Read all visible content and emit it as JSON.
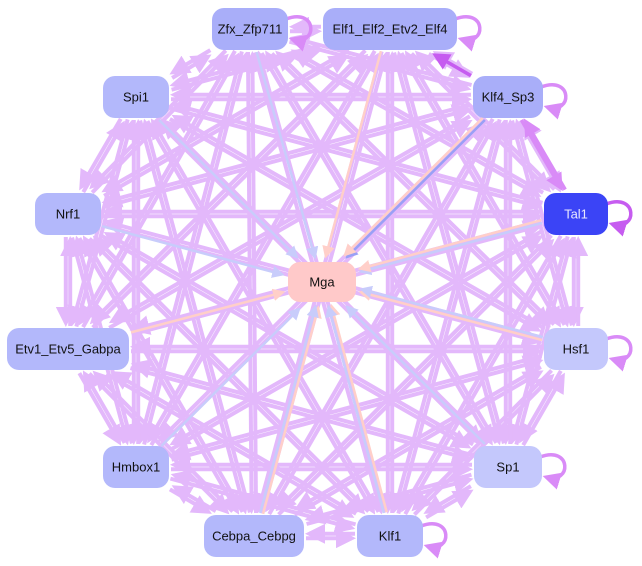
{
  "colors": {
    "edge_default": "#e3b8fb",
    "edge_strong": "#c65cf0",
    "edge_medium": "#d98bf7",
    "edge_to_mga_blue": "#c8ccfb",
    "edge_to_mga_pink": "#ffcfc9",
    "edge_blue_dark": "#9aa0f5",
    "node_default": "#b3b8fb",
    "node_light": "#c4c8fc",
    "node_mid": "#a9aef9",
    "node_tal1": "#3b44f6",
    "node_mga": "#ffc9c9",
    "label_dark": "#111111",
    "label_light": "#e8e9ff"
  },
  "nodes": [
    {
      "id": "Zfx_Zfp711",
      "label": "Zfx_Zfp711",
      "fill": "node_mid",
      "self_loop": true
    },
    {
      "id": "Elf1_Elf2_Etv2_Elf4",
      "label": "Elf1_Elf2_Etv2_Elf4",
      "fill": "node_mid",
      "self_loop": true
    },
    {
      "id": "Klf4_Sp3",
      "label": "Klf4_Sp3",
      "fill": "node_mid",
      "self_loop": true
    },
    {
      "id": "Tal1",
      "label": "Tal1",
      "fill": "node_tal1",
      "label_color": "label_light",
      "self_loop": true,
      "self_loop_color": "edge_strong"
    },
    {
      "id": "Hsf1",
      "label": "Hsf1",
      "fill": "node_light",
      "self_loop": true
    },
    {
      "id": "Sp1",
      "label": "Sp1",
      "fill": "node_light",
      "self_loop": true
    },
    {
      "id": "Klf1",
      "label": "Klf1",
      "fill": "node_default",
      "self_loop": true
    },
    {
      "id": "Cebpa_Cebpg",
      "label": "Cebpa_Cebpg",
      "fill": "node_default",
      "self_loop": false
    },
    {
      "id": "Hmbox1",
      "label": "Hmbox1",
      "fill": "node_default",
      "self_loop": false
    },
    {
      "id": "Etv1_Etv5_Gabpa",
      "label": "Etv1_Etv5_Gabpa",
      "fill": "node_default",
      "self_loop": false
    },
    {
      "id": "Nrf1",
      "label": "Nrf1",
      "fill": "node_default",
      "self_loop": false
    },
    {
      "id": "Spi1",
      "label": "Spi1",
      "fill": "node_default",
      "self_loop": false
    },
    {
      "id": "Mga",
      "label": "Mga",
      "fill": "node_mga",
      "self_loop": false
    }
  ],
  "edges_to_center": [
    {
      "from": "Zfx_Zfp711",
      "color": "edge_to_mga_blue"
    },
    {
      "from": "Elf1_Elf2_Etv2_Elf4",
      "color": "edge_to_mga_pink"
    },
    {
      "from": "Klf4_Sp3",
      "color": "edge_blue_dark"
    },
    {
      "from": "Klf4_Sp3",
      "color": "edge_to_mga_pink"
    },
    {
      "from": "Tal1",
      "color": "edge_to_mga_blue"
    },
    {
      "from": "Tal1",
      "color": "edge_to_mga_pink"
    },
    {
      "from": "Hsf1",
      "color": "edge_to_mga_pink"
    },
    {
      "from": "Hsf1",
      "color": "edge_to_mga_blue"
    },
    {
      "from": "Sp1",
      "color": "edge_to_mga_blue"
    },
    {
      "from": "Klf1",
      "color": "edge_to_mga_pink"
    },
    {
      "from": "Klf1",
      "color": "edge_to_mga_blue"
    },
    {
      "from": "Cebpa_Cebpg",
      "color": "edge_to_mga_pink"
    },
    {
      "from": "Cebpa_Cebpg",
      "color": "edge_to_mga_blue"
    },
    {
      "from": "Hmbox1",
      "color": "edge_to_mga_blue"
    },
    {
      "from": "Etv1_Etv5_Gabpa",
      "color": "edge_to_mga_pink"
    },
    {
      "from": "Nrf1",
      "color": "edge_to_mga_blue"
    },
    {
      "from": "Spi1",
      "color": "edge_to_mga_blue"
    }
  ],
  "strong_edges": [
    {
      "from": "Klf4_Sp3",
      "to": "Elf1_Elf2_Etv2_Elf4",
      "color": "edge_strong"
    },
    {
      "from": "Klf4_Sp3",
      "to": "Tal1",
      "color": "edge_medium",
      "bidirectional": true
    }
  ]
}
